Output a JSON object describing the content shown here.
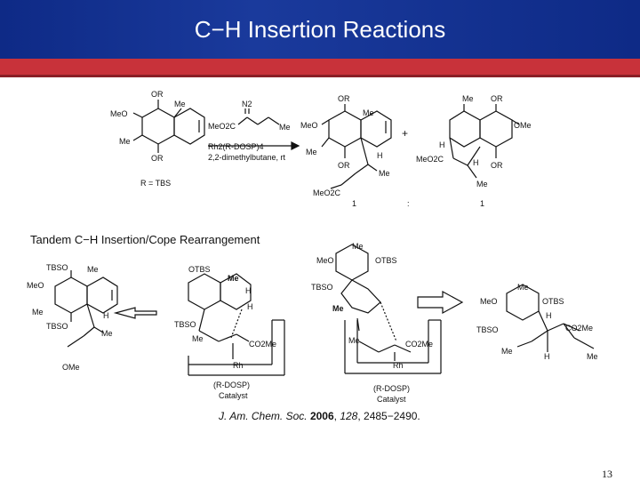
{
  "slide": {
    "title": "C−H Insertion Reactions",
    "subtitle": "Tandem C−H Insertion/Cope Rearrangement",
    "citation": {
      "journal": "J. Am. Chem. Soc.",
      "year": "2006",
      "volume": "128",
      "pages": "2485−2490."
    },
    "page_number": "13"
  },
  "top_scheme": {
    "reactant": {
      "ome": "MeO",
      "or1": "OR",
      "me1": "Me",
      "me2": "Me",
      "or2": "OR",
      "r_def": "R = TBS"
    },
    "reagent": {
      "n2": "N2",
      "ester": "MeO2C",
      "me": "Me",
      "catalyst": "Rh2(R-DOSP)4",
      "conditions": "2,2-dimethylbutane, rt"
    },
    "product1": {
      "or1": "OR",
      "meo": "MeO",
      "me": "Me",
      "or2": "OR",
      "h": "H",
      "me2": "Me",
      "ester": "MeO2C",
      "label": "1"
    },
    "plus": "+",
    "product2": {
      "me": "Me",
      "or1": "OR",
      "ome": "OMe",
      "h1": "H",
      "ester": "MeO2C",
      "h2": "H",
      "or2": "OR",
      "me2": "Me",
      "label": "1"
    },
    "separator": ":"
  },
  "bottom_scheme": {
    "left_product": {
      "tbso1": "TBSO",
      "me1": "Me",
      "meo": "MeO",
      "me2": "Me",
      "h": "H",
      "tbso2": "TBSO",
      "me3": "Me",
      "ome": "OMe"
    },
    "ts1": {
      "otbs": "OTBS",
      "me": "Me",
      "h1": "H",
      "h2": "H",
      "tbso": "TBSO",
      "me2": "Me",
      "co2me": "CO2Me",
      "rh": "Rh",
      "catalyst": "(R-DOSP)",
      "catalyst2": "Catalyst"
    },
    "ts2": {
      "me": "Me",
      "meo": "MeO",
      "otbs": "OTBS",
      "tbso": "TBSO",
      "me2": "Me",
      "me3": "Me",
      "co2me": "CO2Me",
      "rh": "Rh",
      "catalyst": "(R-DOSP)",
      "catalyst2": "Catalyst"
    },
    "right_product": {
      "me": "Me",
      "meo": "MeO",
      "otbs": "OTBS",
      "h1": "H",
      "co2me": "CO2Me",
      "tbso": "TBSO",
      "me2": "Me",
      "h2": "H",
      "me3": "Me"
    }
  },
  "colors": {
    "header": "#1a3a9c",
    "accent": "#c8323a"
  }
}
